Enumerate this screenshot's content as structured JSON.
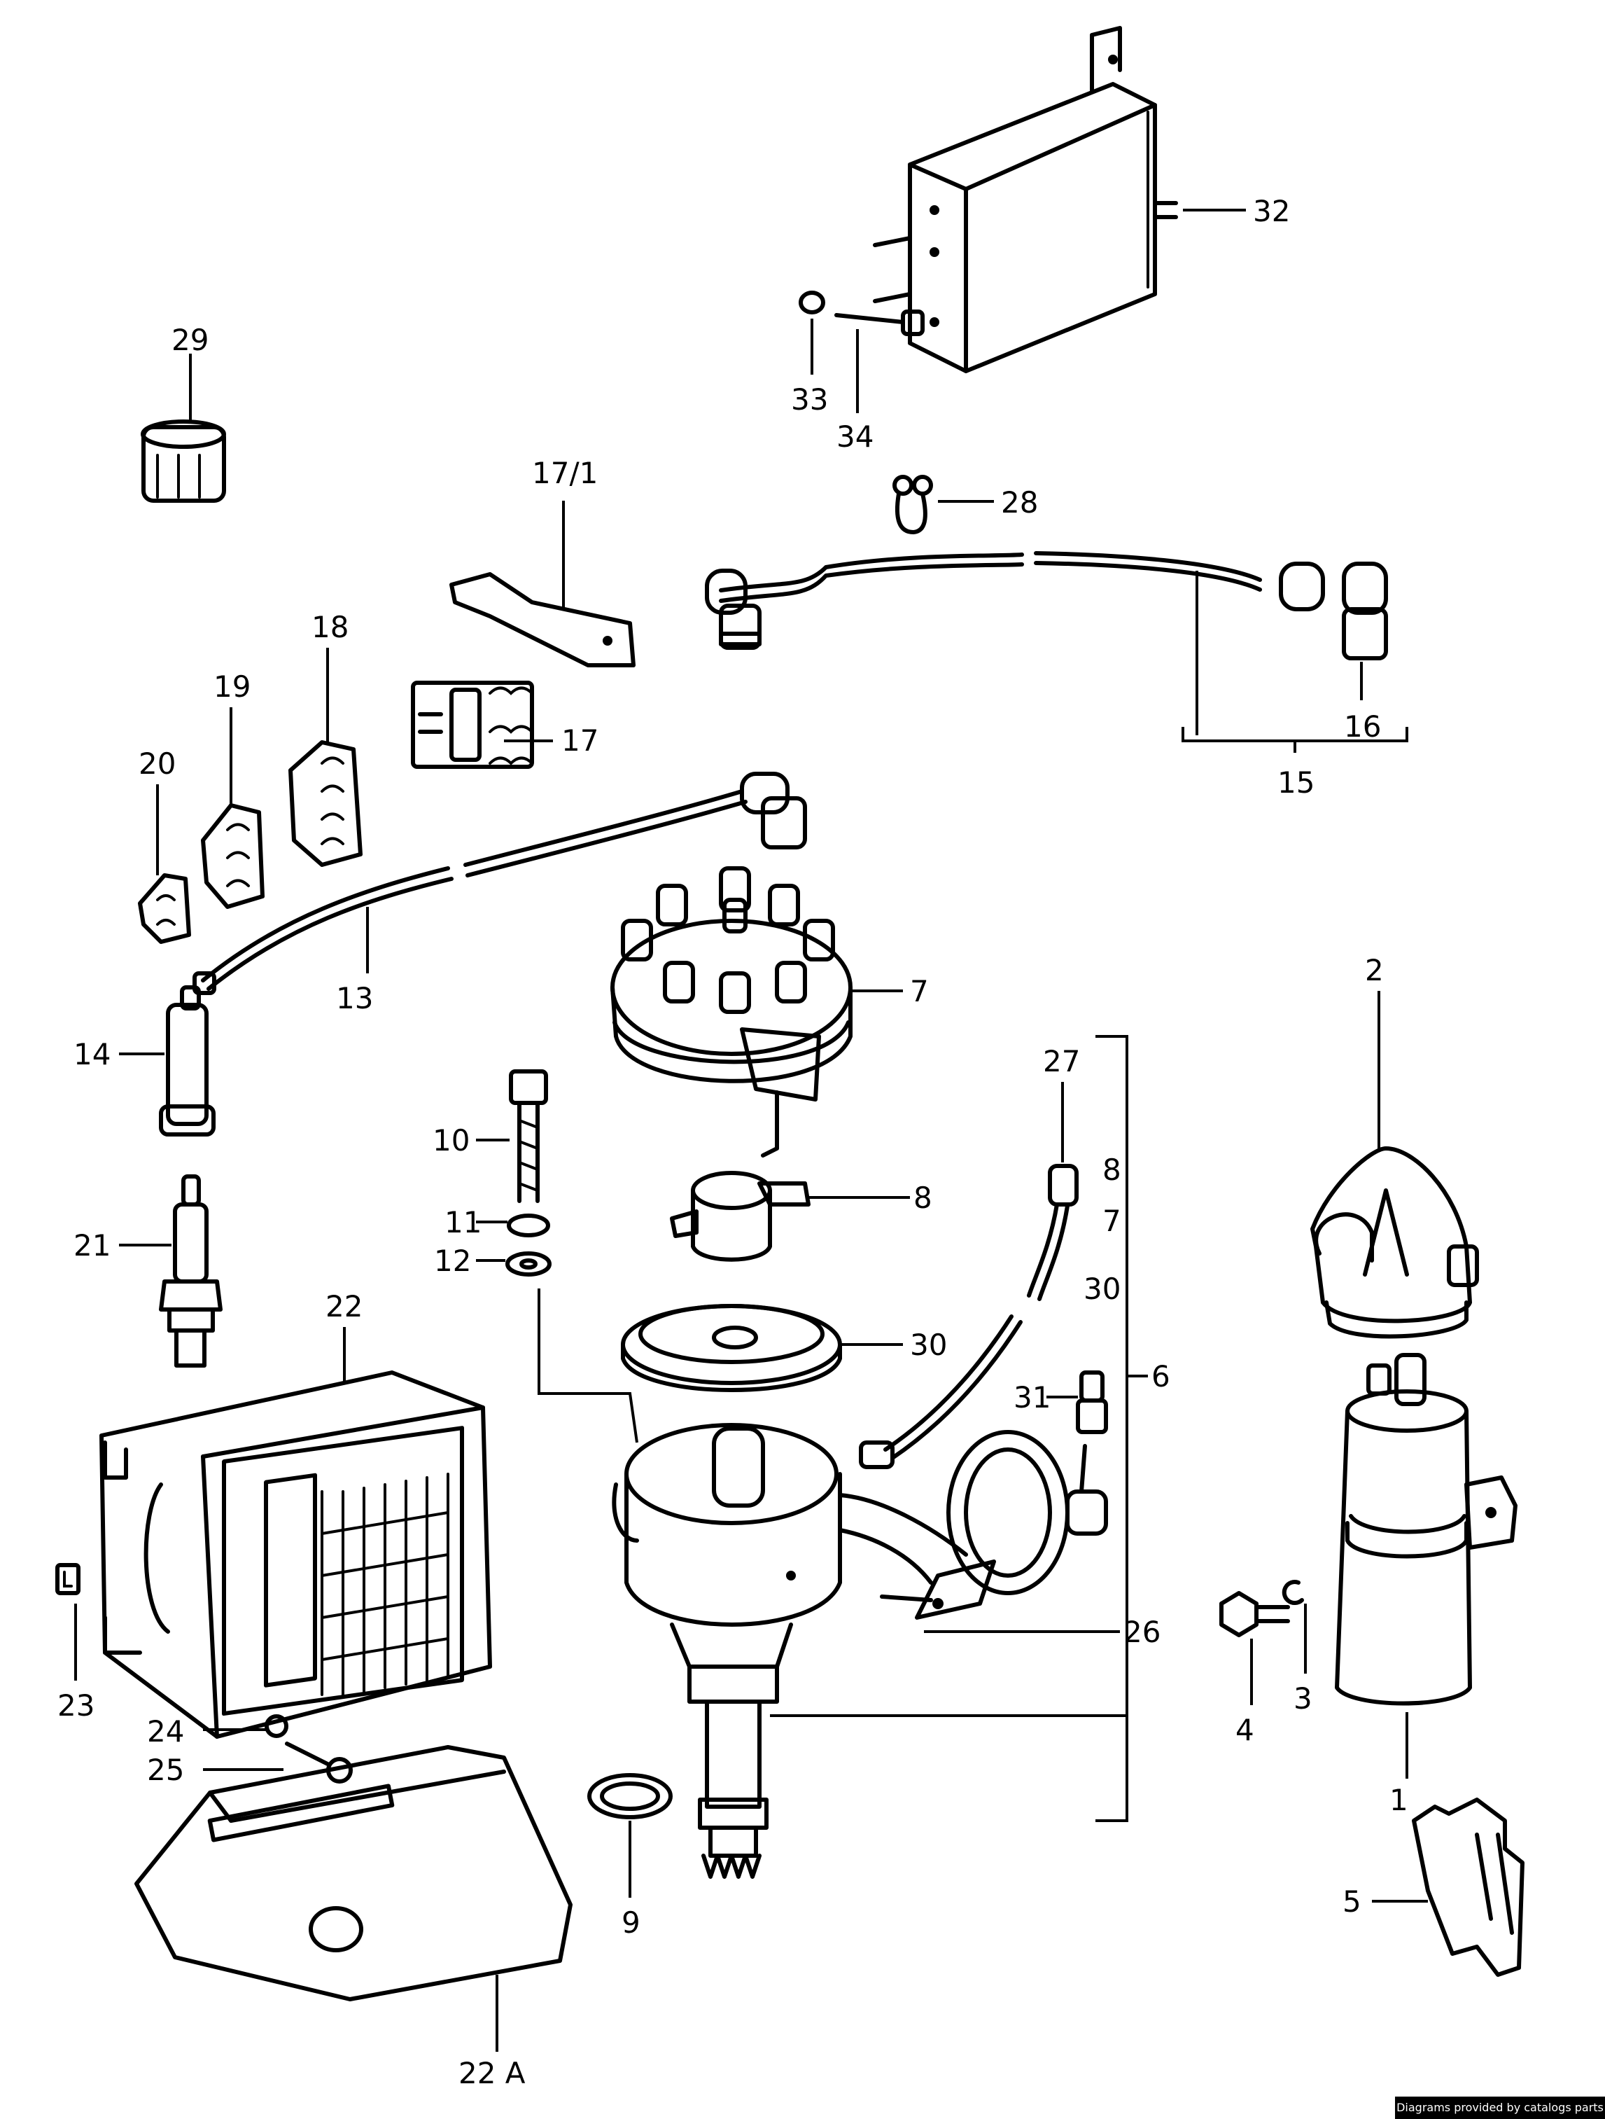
{
  "labels": {
    "l1": "1",
    "l2": "2",
    "l3": "3",
    "l4": "4",
    "l5": "5",
    "l6": "6",
    "l7": "7",
    "l7b": "7",
    "l8": "8",
    "l8b": "8",
    "l9": "9",
    "l10": "10",
    "l11": "11",
    "l12": "12",
    "l13": "13",
    "l14": "14",
    "l15": "15",
    "l16": "16",
    "l17": "17",
    "l17_1": "17/1",
    "l18": "18",
    "l19": "19",
    "l20": "20",
    "l21": "21",
    "l22": "22",
    "l22a": "22 A",
    "l23": "23",
    "l24": "24",
    "l25": "25",
    "l26": "26",
    "l27": "27",
    "l28": "28",
    "l29": "29",
    "l30": "30",
    "l30b": "30",
    "l31": "31",
    "l32": "32",
    "l33": "33",
    "l34": "34"
  },
  "credit": "Diagrams provided by catalogs parts"
}
